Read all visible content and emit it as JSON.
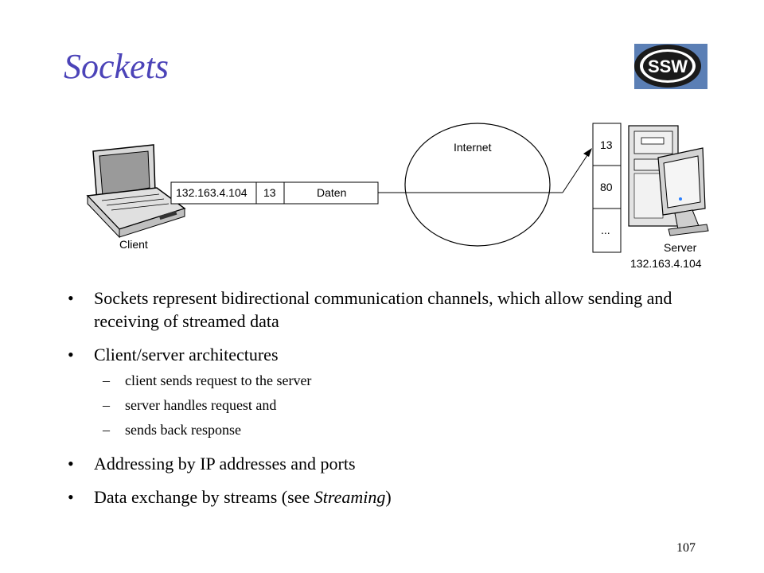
{
  "slide": {
    "title": "Sockets",
    "logo_text": "SSW",
    "page_number": "107"
  },
  "diagram": {
    "client_label": "Client",
    "internet_label": "Internet",
    "packet": {
      "address": "132.163.4.104",
      "port": "13",
      "data": "Daten"
    },
    "ports": [
      "13",
      "80",
      "..."
    ],
    "server_label": "Server",
    "server_address": "132.163.4.104"
  },
  "bullets": {
    "item1": "Sockets represent bidirectional communication channels, which allow sending and receiving of streamed data",
    "item2": "Client/server architectures",
    "item2_sub": [
      "client sends request to the server",
      "server handles request and",
      "sends back response"
    ],
    "item3": "Addressing by IP addresses and ports",
    "item4_prefix": "Data exchange by streams (see ",
    "item4_italic": "Streaming",
    "item4_suffix": ")"
  },
  "colors": {
    "title": "#4b43b8",
    "logo_bg": "#5b7fb5",
    "logo_fg": "#ffffff",
    "logo_ring": "#1a1a1a"
  },
  "icons": {
    "client": "laptop-icon",
    "server": "server-computer-icon",
    "network": "internet-cloud-icon"
  }
}
